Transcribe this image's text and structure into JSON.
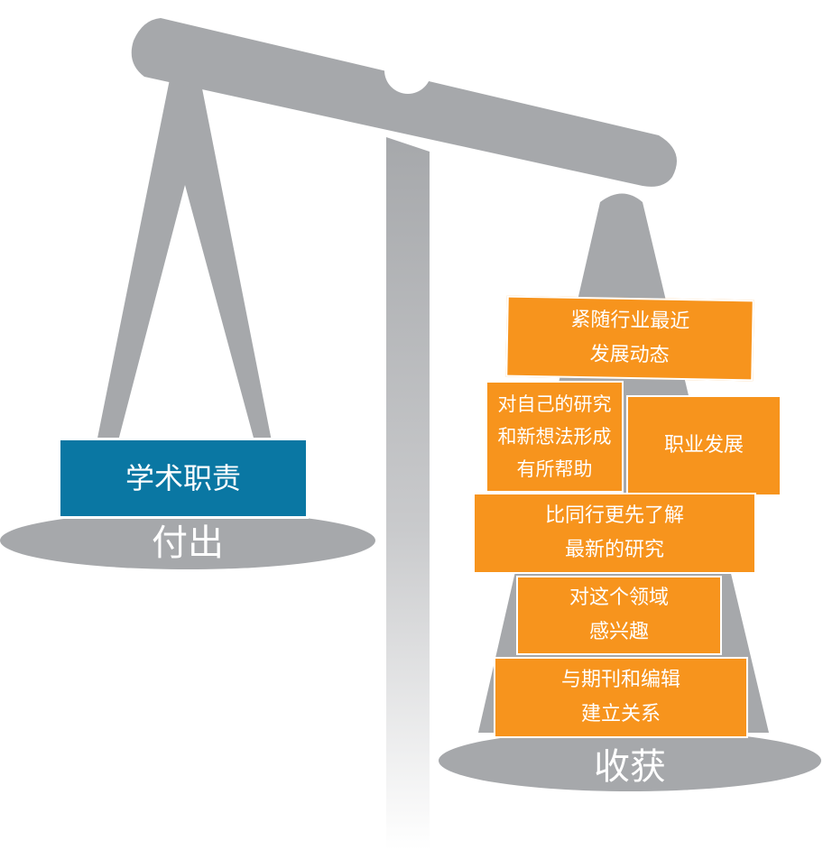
{
  "left_side": {
    "label": "付出",
    "block": "学术职责"
  },
  "right_side": {
    "label": "收获",
    "blocks": {
      "industry_trends": "紧随行业最近\n发展动态",
      "own_research": "对自己的研究\n和新想法形成\n有所帮助",
      "career": "职业发展",
      "latest_research": "比同行更先了解\n最新的研究",
      "interest": "对这个领域\n感兴趣",
      "editor_relations": "与期刊和编辑\n建立关系"
    }
  },
  "colors": {
    "scale_gray": "#a6a8ab",
    "accent_blue": "#0a77a3",
    "accent_orange": "#f7941d"
  }
}
